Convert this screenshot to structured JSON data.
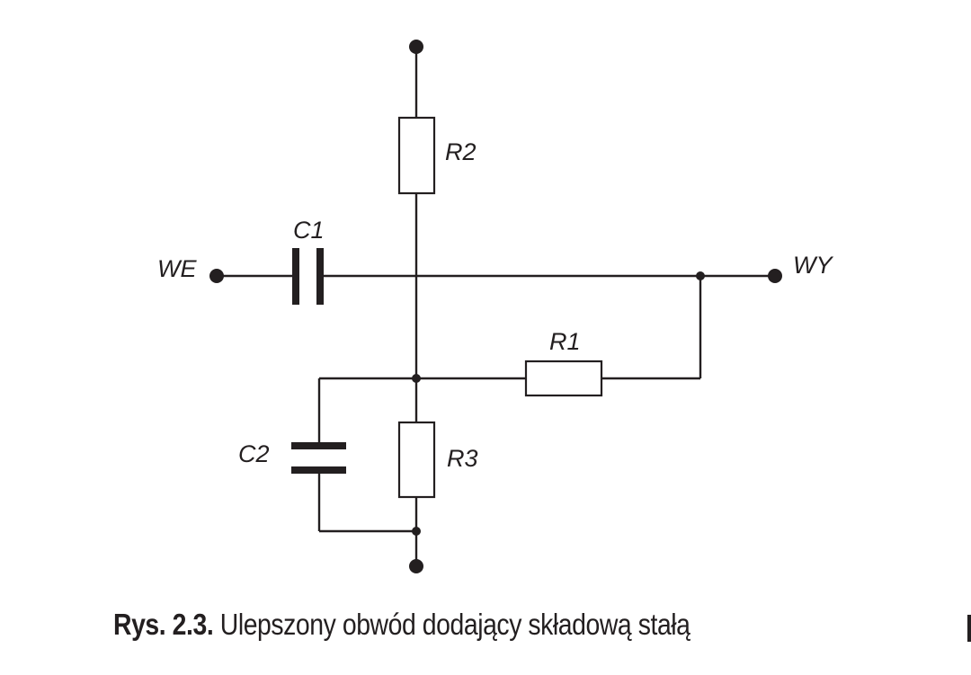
{
  "diagram": {
    "input_label": "WE",
    "output_label": "WY",
    "components": {
      "c1": "C1",
      "c2": "C2",
      "r1": "R1",
      "r2": "R2",
      "r3": "R3"
    }
  },
  "caption": {
    "label": "Rys. 2.3.",
    "text": "Ulepszony obwód dodający składową stałą"
  },
  "colors": {
    "ink": "#231f20",
    "background": "#ffffff"
  }
}
